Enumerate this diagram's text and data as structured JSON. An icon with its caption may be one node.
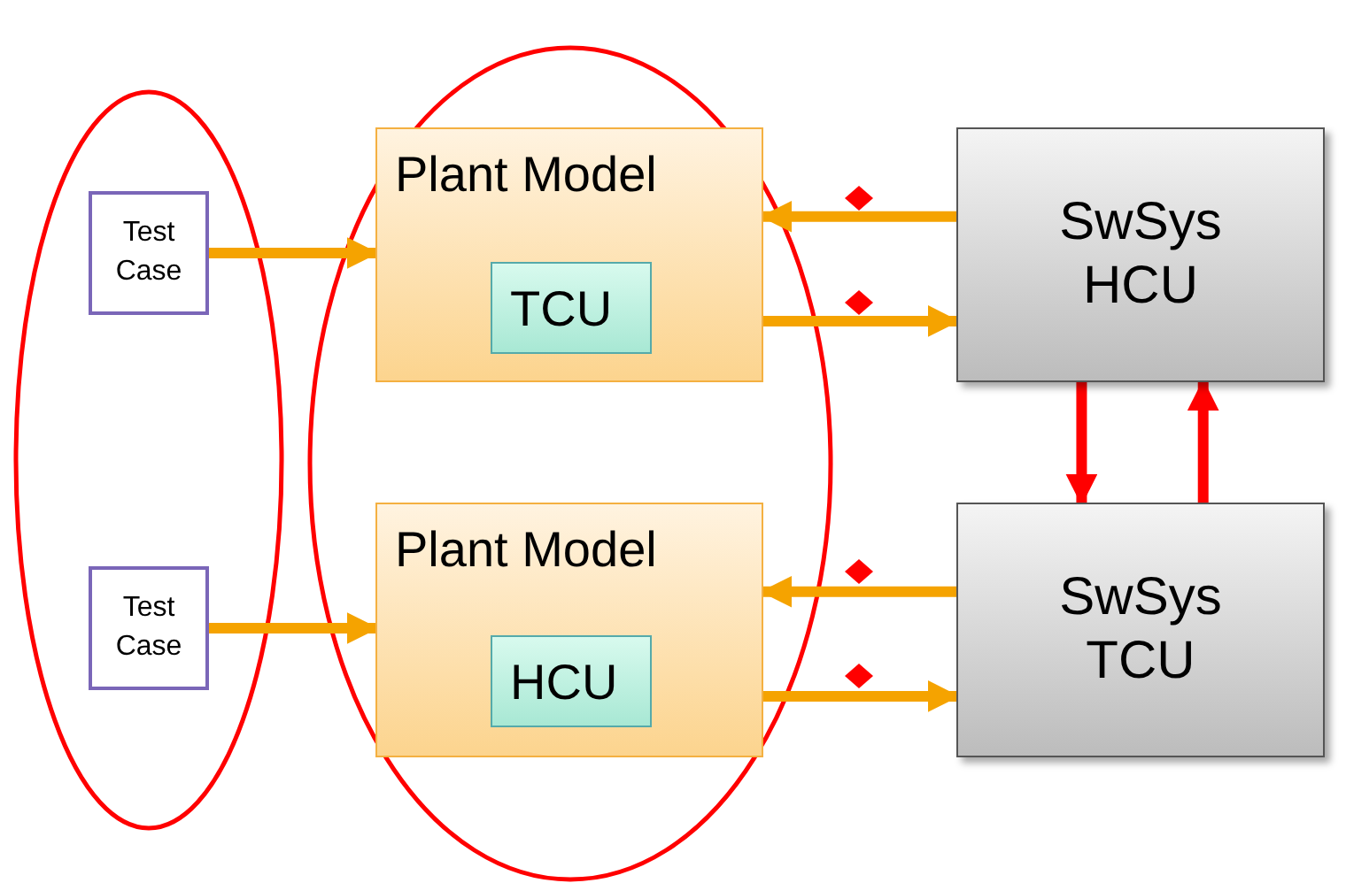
{
  "diagram": {
    "nodes": [
      {
        "text": [
          "Test Case"
        ]
      },
      {
        "text": [
          "Test Case"
        ]
      },
      {
        "text": [
          "Plant Model"
        ]
      },
      {
        "text": [
          "TCU"
        ],
        "in": 2
      },
      {
        "text": [
          "Plant Model"
        ]
      },
      {
        "text": [
          "HCU"
        ],
        "in": 4
      },
      {
        "text": [
          "SwSys HCU"
        ]
      },
      {
        "text": [
          "SwSys TCU"
        ]
      }
    ],
    "edges": [
      {
        "from": 0,
        "to": 2,
        "arrow": "to"
      },
      {
        "from": 1,
        "to": 4,
        "arrow": "to"
      },
      {
        "from": 6,
        "to": 2,
        "arrow": "to"
      },
      {
        "from": 2,
        "to": 6,
        "arrow": "to"
      },
      {
        "from": 7,
        "to": 4,
        "arrow": "to"
      },
      {
        "from": 4,
        "to": 7,
        "arrow": "to"
      },
      {
        "from": 6,
        "to": 7,
        "arrow": "to",
        "color": "#ff0000"
      },
      {
        "from": 7,
        "to": 6,
        "arrow": "to",
        "color": "#ff0000"
      }
    ]
  }
}
